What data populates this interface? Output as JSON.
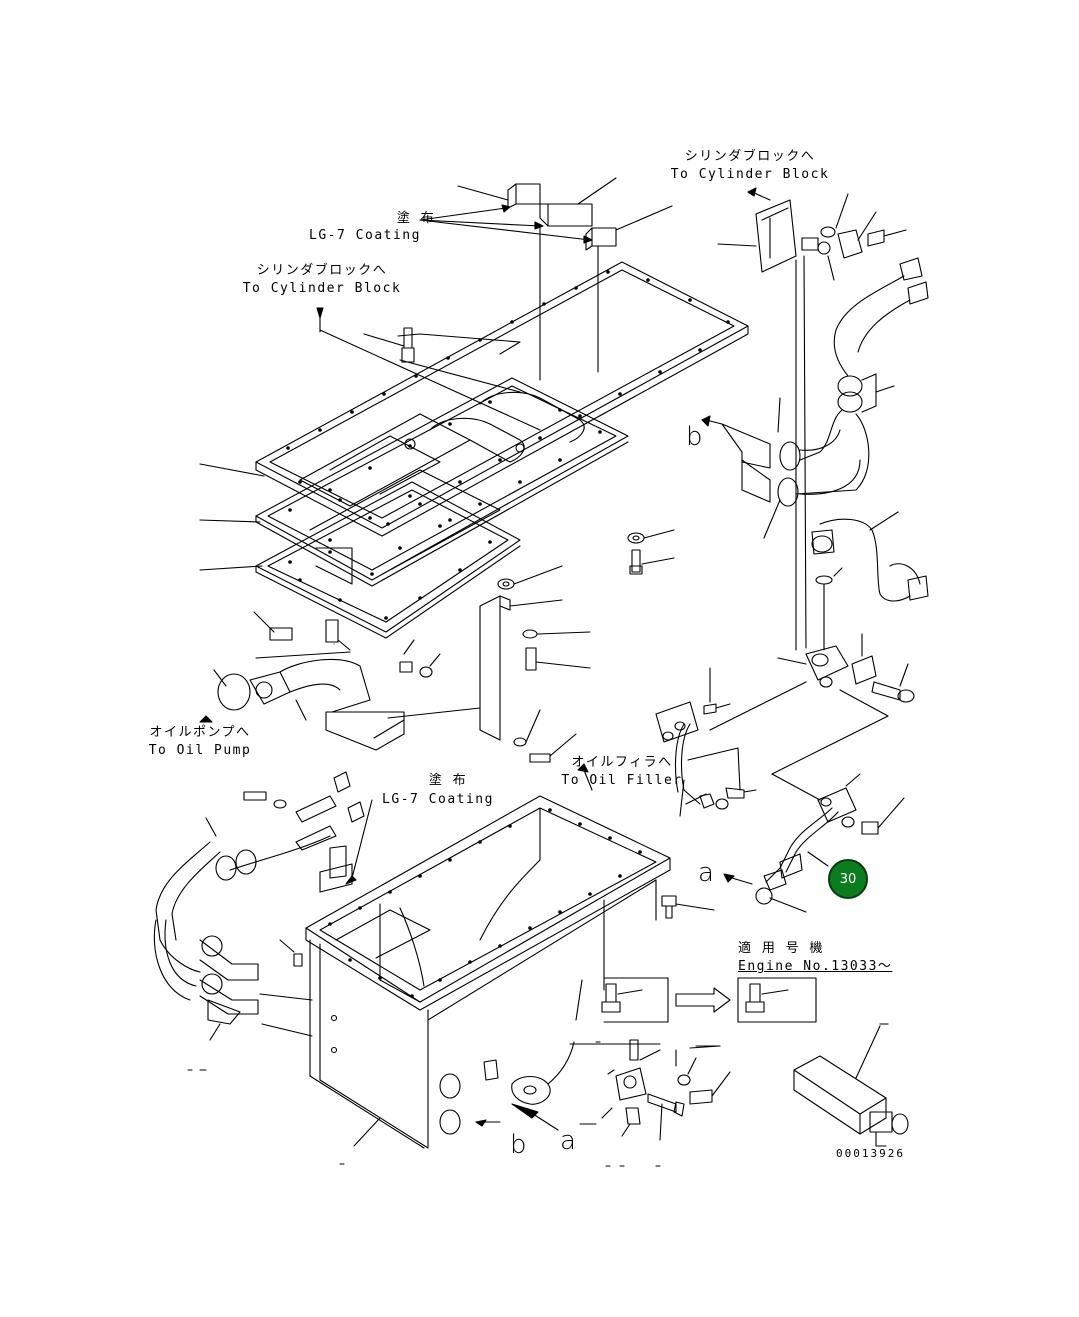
{
  "labels": {
    "coating_top_jp": "塗 布",
    "coating_top_en": "LG-7 Coating",
    "cyl_block_left_jp": "シリンダブロックへ",
    "cyl_block_left_en": "To Cylinder Block",
    "cyl_block_right_jp": "シリンダブロックへ",
    "cyl_block_right_en": "To Cylinder Block",
    "oil_pump_jp": "オイルポンプへ",
    "oil_pump_en": "To Oil Pump",
    "coating_mid_jp": "塗 布",
    "coating_mid_en": "LG-7 Coating",
    "oil_filler_jp": "オイルフィラへ",
    "oil_filler_en": "To Oil Filler",
    "applicable_jp": "適 用 号 機",
    "engine_no": "Engine No.13033〜",
    "drawing_number": "00013926"
  },
  "view_letters": {
    "b_upper": "b",
    "a_right": "a",
    "b_lower": "b",
    "a_lower": "a"
  },
  "callouts": [
    {
      "number": "30",
      "color": "#0b7d1e"
    }
  ]
}
